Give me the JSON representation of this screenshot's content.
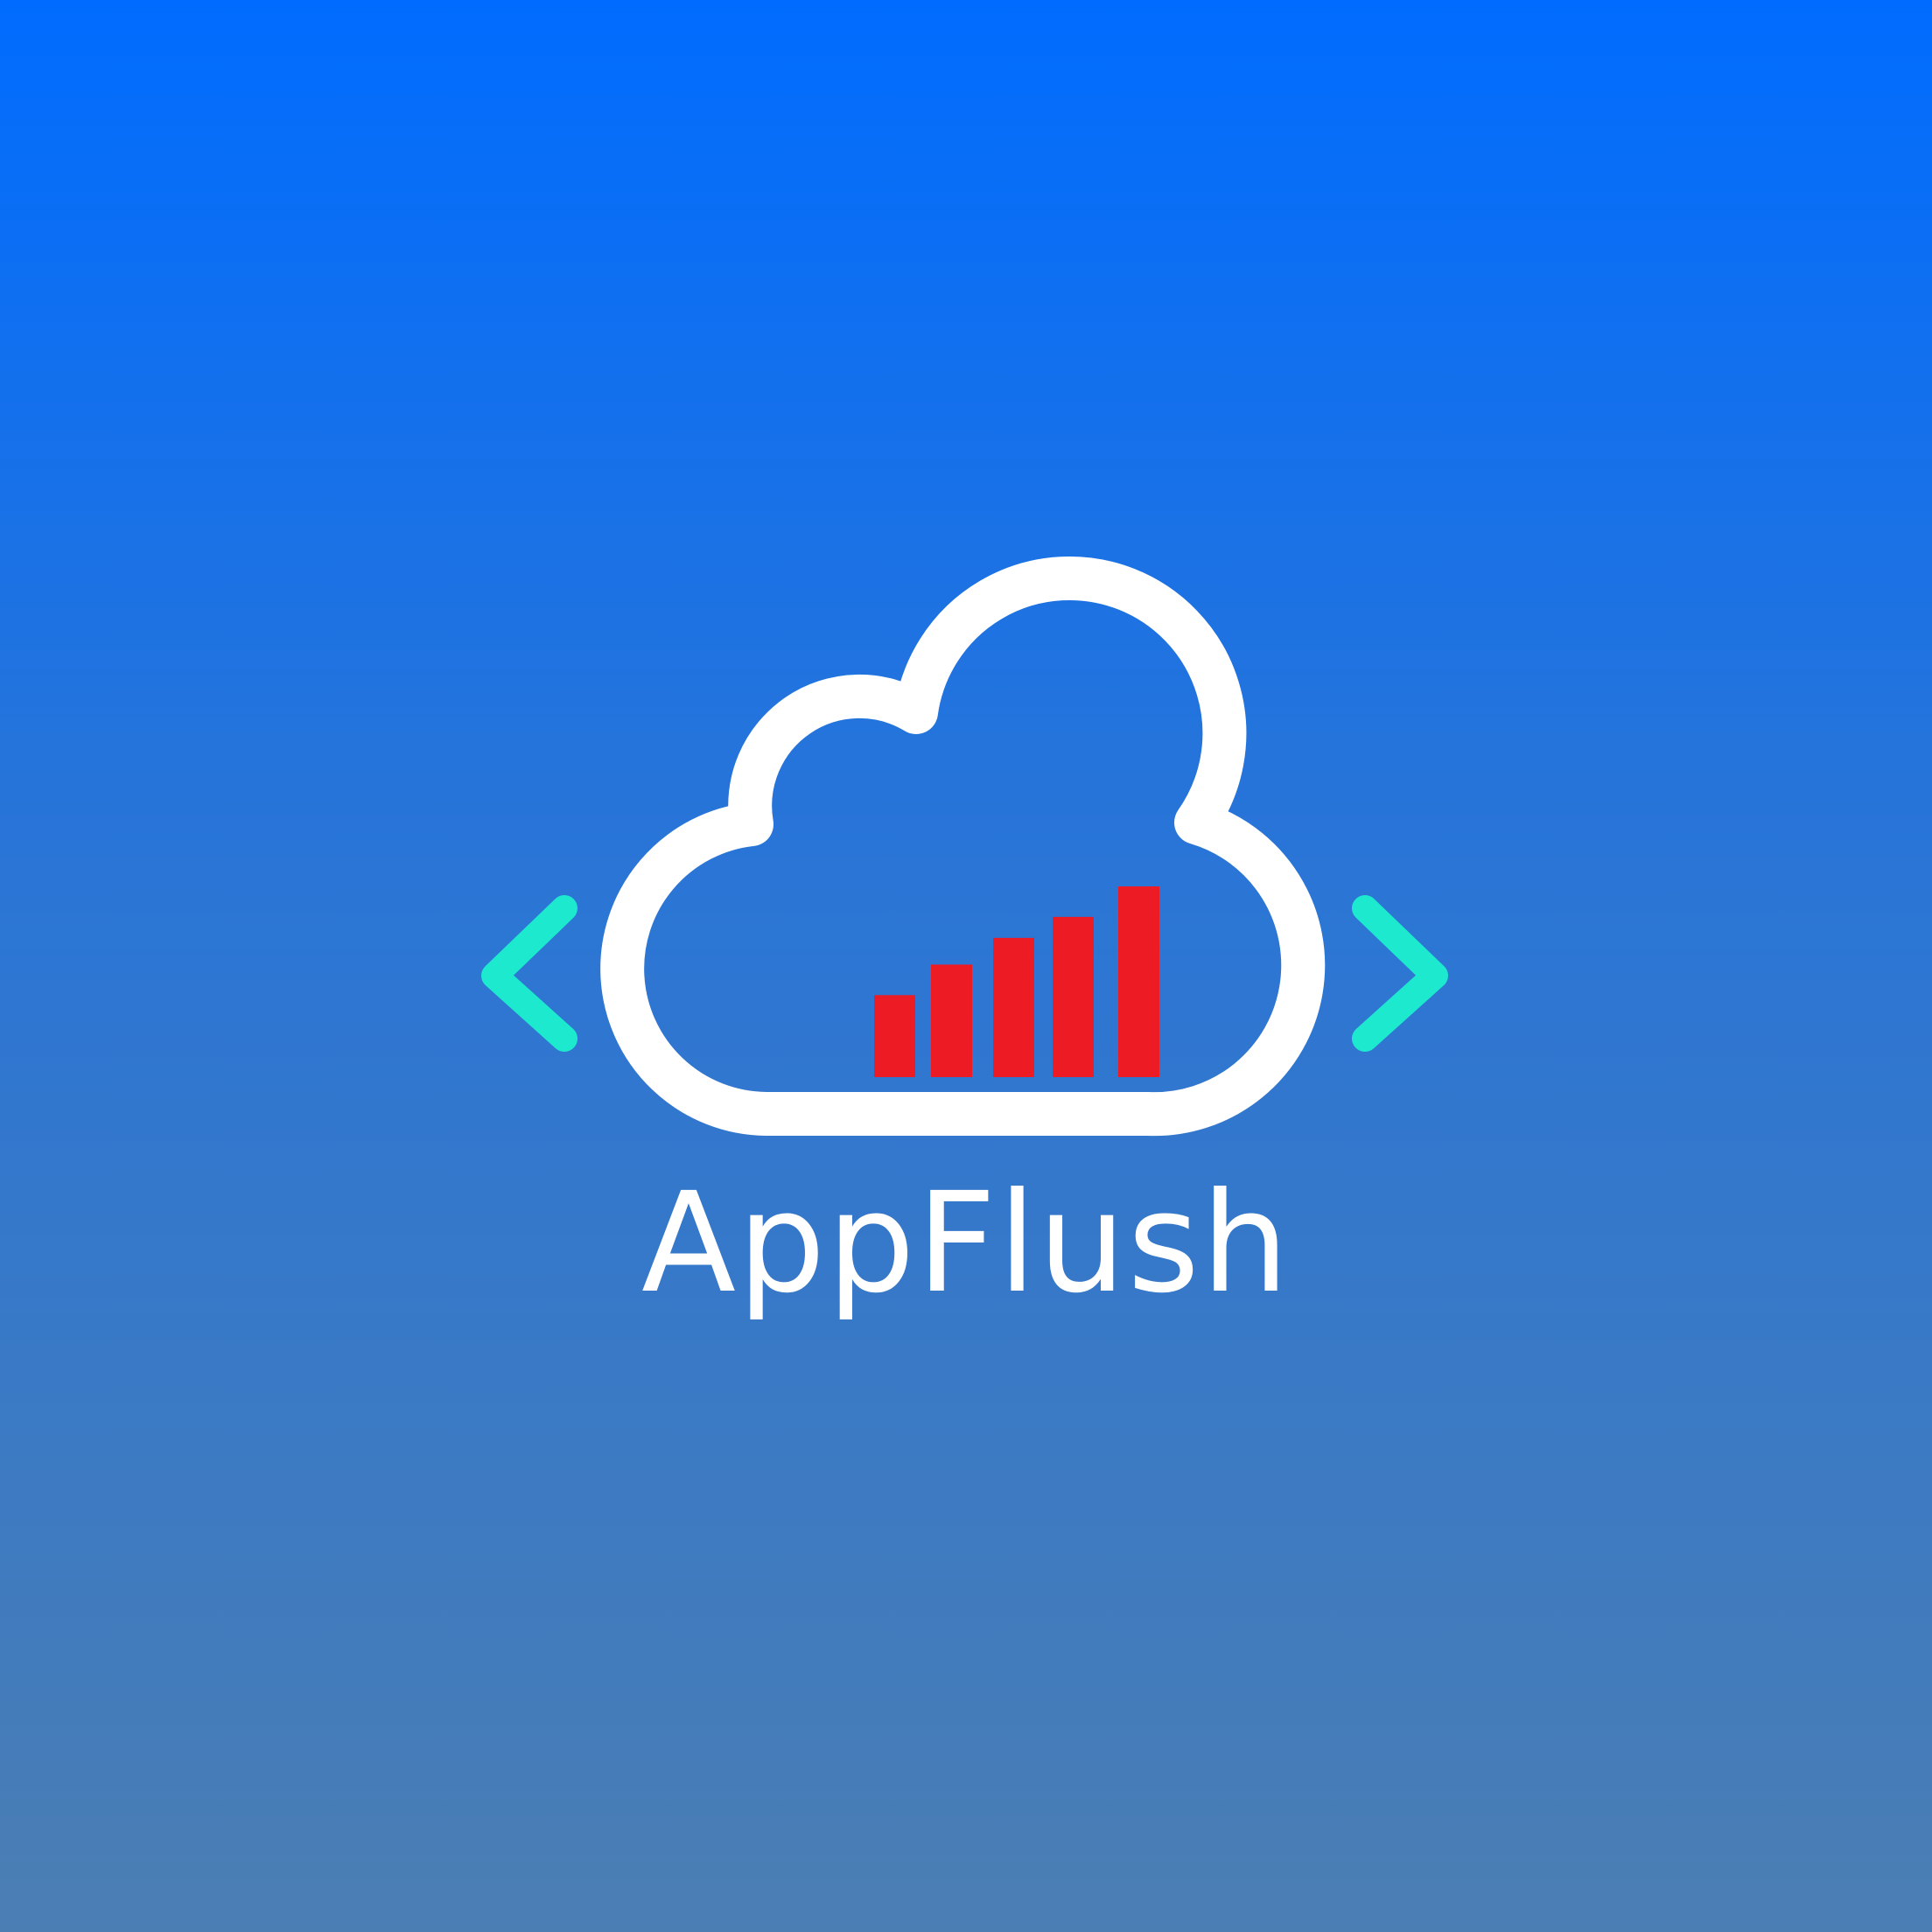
{
  "brand": {
    "name": "AppFlush"
  },
  "logo": {
    "icon": "cloud-bar-chart-icon",
    "left_bracket_icon": "left-angle-bracket-icon",
    "right_bracket_icon": "right-angle-bracket-icon",
    "bar_count": 5,
    "bar_heights_relative": [
      0.43,
      0.59,
      0.73,
      0.84,
      1.0
    ]
  },
  "colors": {
    "background_top": "#006cff",
    "background_bottom": "#4b7eb3",
    "cloud_outline": "#ffffff",
    "bars": "#ed1c24",
    "brackets": "#1de9cf",
    "text": "#ffffff"
  }
}
